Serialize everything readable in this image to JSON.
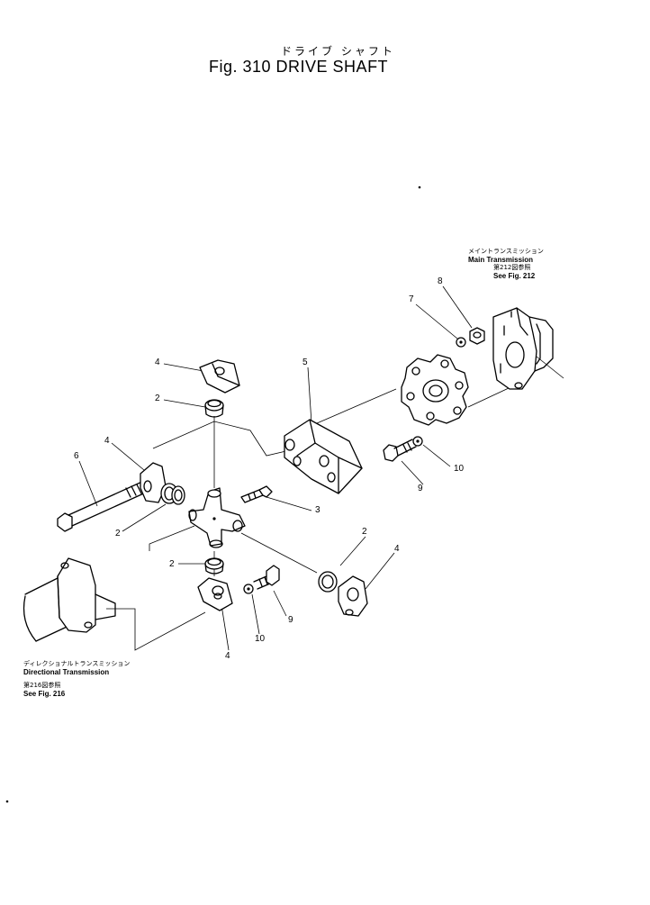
{
  "header": {
    "jp_title": "ドライブ シャフト",
    "title": "Fig. 310 DRIVE SHAFT"
  },
  "notes": {
    "main_transmission": {
      "jp": "メイントランスミッション",
      "en": "Main Transmission",
      "ref_jp": "第212図参照",
      "ref_en": "See Fig. 212"
    },
    "directional_transmission": {
      "jp": "ディレクショナルトランスミッション",
      "en": "Directional Transmission",
      "ref_jp": "第216図参照",
      "ref_en": "See Fig. 216"
    }
  },
  "callouts": [
    {
      "id": "c4a",
      "label": "4"
    },
    {
      "id": "c2a",
      "label": "2"
    },
    {
      "id": "c5",
      "label": "5"
    },
    {
      "id": "c7",
      "label": "7"
    },
    {
      "id": "c8",
      "label": "8"
    },
    {
      "id": "c4b",
      "label": "4"
    },
    {
      "id": "c6",
      "label": "6"
    },
    {
      "id": "c10a",
      "label": "10"
    },
    {
      "id": "c9a",
      "label": "9"
    },
    {
      "id": "c3",
      "label": "3"
    },
    {
      "id": "c2b",
      "label": "2"
    },
    {
      "id": "c2c",
      "label": "2"
    },
    {
      "id": "c4c",
      "label": "4"
    },
    {
      "id": "c2d",
      "label": "2"
    },
    {
      "id": "c9b",
      "label": "9"
    },
    {
      "id": "c10b",
      "label": "10"
    },
    {
      "id": "c4d",
      "label": "4"
    }
  ]
}
